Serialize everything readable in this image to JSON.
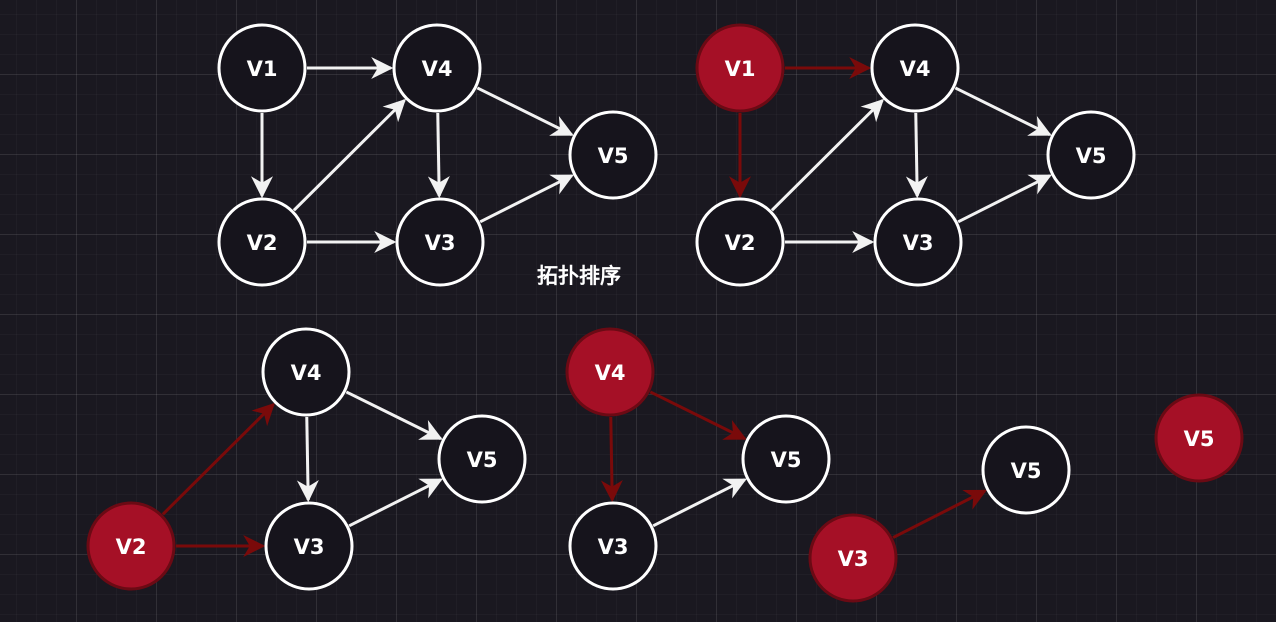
{
  "title": "拓扑排序",
  "colors": {
    "background": "#1a1820",
    "node_fill": "#16141c",
    "node_stroke": "#ffffff",
    "highlight_fill": "#a51026",
    "highlight_stroke": "#6b0a14",
    "edge": "#f2f2f2",
    "highlight_edge": "#7a0a0a",
    "text": "#ffffff"
  },
  "diagrams": [
    {
      "id": "step1",
      "nodes": [
        {
          "id": "V1",
          "label": "V1"
        },
        {
          "id": "V4",
          "label": "V4"
        },
        {
          "id": "V5",
          "label": "V5"
        },
        {
          "id": "V2",
          "label": "V2"
        },
        {
          "id": "V3",
          "label": "V3"
        }
      ],
      "edges": [
        {
          "from": "V1",
          "to": "V4"
        },
        {
          "from": "V1",
          "to": "V2"
        },
        {
          "from": "V2",
          "to": "V4"
        },
        {
          "from": "V2",
          "to": "V3"
        },
        {
          "from": "V4",
          "to": "V3"
        },
        {
          "from": "V4",
          "to": "V5"
        },
        {
          "from": "V3",
          "to": "V5"
        }
      ]
    },
    {
      "id": "step2",
      "nodes": [
        {
          "id": "V1",
          "label": "V1",
          "highlight": true
        },
        {
          "id": "V4",
          "label": "V4"
        },
        {
          "id": "V5",
          "label": "V5"
        },
        {
          "id": "V2",
          "label": "V2"
        },
        {
          "id": "V3",
          "label": "V3"
        }
      ],
      "edges": [
        {
          "from": "V1",
          "to": "V4",
          "highlight": true
        },
        {
          "from": "V1",
          "to": "V2",
          "highlight": true
        },
        {
          "from": "V2",
          "to": "V4"
        },
        {
          "from": "V2",
          "to": "V3"
        },
        {
          "from": "V4",
          "to": "V3"
        },
        {
          "from": "V4",
          "to": "V5"
        },
        {
          "from": "V3",
          "to": "V5"
        }
      ]
    },
    {
      "id": "step3",
      "nodes": [
        {
          "id": "V4",
          "label": "V4"
        },
        {
          "id": "V5",
          "label": "V5"
        },
        {
          "id": "V2",
          "label": "V2",
          "highlight": true
        },
        {
          "id": "V3",
          "label": "V3"
        }
      ],
      "edges": [
        {
          "from": "V2",
          "to": "V4",
          "highlight": true
        },
        {
          "from": "V2",
          "to": "V3",
          "highlight": true
        },
        {
          "from": "V4",
          "to": "V3"
        },
        {
          "from": "V4",
          "to": "V5"
        },
        {
          "from": "V3",
          "to": "V5"
        }
      ]
    },
    {
      "id": "step4",
      "nodes": [
        {
          "id": "V4",
          "label": "V4",
          "highlight": true
        },
        {
          "id": "V5",
          "label": "V5"
        },
        {
          "id": "V3",
          "label": "V3"
        }
      ],
      "edges": [
        {
          "from": "V4",
          "to": "V5",
          "highlight": true
        },
        {
          "from": "V4",
          "to": "V3",
          "highlight": true
        },
        {
          "from": "V3",
          "to": "V5"
        }
      ]
    },
    {
      "id": "step5",
      "nodes": [
        {
          "id": "V5",
          "label": "V5"
        },
        {
          "id": "V3",
          "label": "V3",
          "highlight": true
        }
      ],
      "edges": [
        {
          "from": "V3",
          "to": "V5",
          "highlight": true
        }
      ]
    },
    {
      "id": "step6",
      "nodes": [
        {
          "id": "V5",
          "label": "V5",
          "highlight": true
        }
      ],
      "edges": []
    }
  ]
}
